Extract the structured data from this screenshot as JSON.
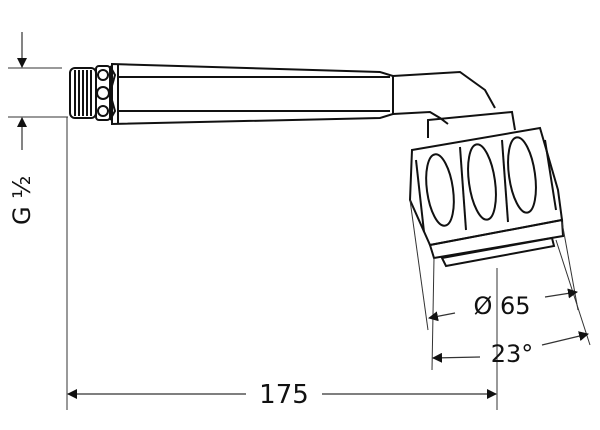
{
  "diagram": {
    "subject": "hand shower technical drawing",
    "dimensions": {
      "thread": "G ½",
      "length": "175",
      "diameter": "Ø 65",
      "angle": "23°"
    },
    "colors": {
      "line": "#111111",
      "dim_line": "#333333",
      "background": "#ffffff"
    }
  }
}
